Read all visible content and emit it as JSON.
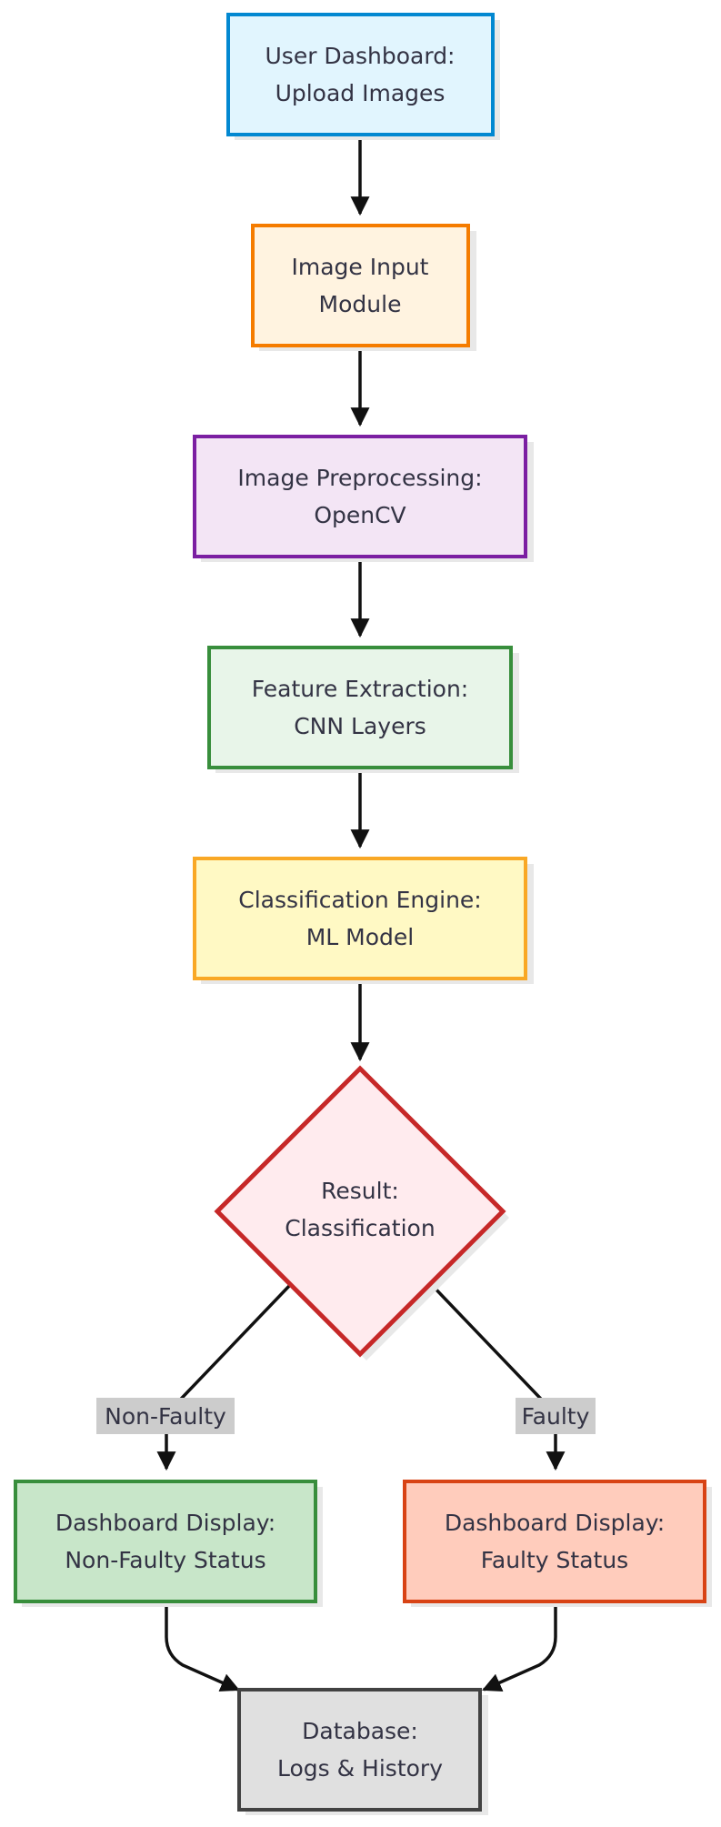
{
  "nodes": {
    "dashboard": {
      "line1": "User Dashboard:",
      "line2": "Upload Images",
      "fill": "#E1F5FE",
      "stroke": "#0288D1"
    },
    "input": {
      "line1": "Image Input",
      "line2": "Module",
      "fill": "#FFF3E0",
      "stroke": "#F57C00"
    },
    "preprocess": {
      "line1": "Image Preprocessing:",
      "line2": "OpenCV",
      "fill": "#F3E5F5",
      "stroke": "#7B1FA2"
    },
    "features": {
      "line1": "Feature Extraction:",
      "line2": "CNN Layers",
      "fill": "#E8F5E9",
      "stroke": "#388E3C"
    },
    "classifier": {
      "line1": "Classification Engine:",
      "line2": "ML Model",
      "fill": "#FFF9C4",
      "stroke": "#F9A825"
    },
    "result": {
      "line1": "Result:",
      "line2": "Classification",
      "fill": "#FFEBEE",
      "stroke": "#C62828"
    },
    "display_ok": {
      "line1": "Dashboard Display:",
      "line2": "Non-Faulty Status",
      "fill": "#C8E6C9",
      "stroke": "#388E3C"
    },
    "display_fault": {
      "line1": "Dashboard Display:",
      "line2": "Faulty Status",
      "fill": "#FFCCBC",
      "stroke": "#D84315"
    },
    "database": {
      "line1": "Database:",
      "line2": "Logs & History",
      "fill": "#E0E0E0",
      "stroke": "#424242"
    }
  },
  "edge_labels": {
    "non_faulty": "Non-Faulty",
    "faulty": "Faulty"
  },
  "colors": {
    "edge": "#111111",
    "edge_label_bg": "#CCCCCC",
    "shadow": "#E8E8E8",
    "text": "#333344"
  }
}
